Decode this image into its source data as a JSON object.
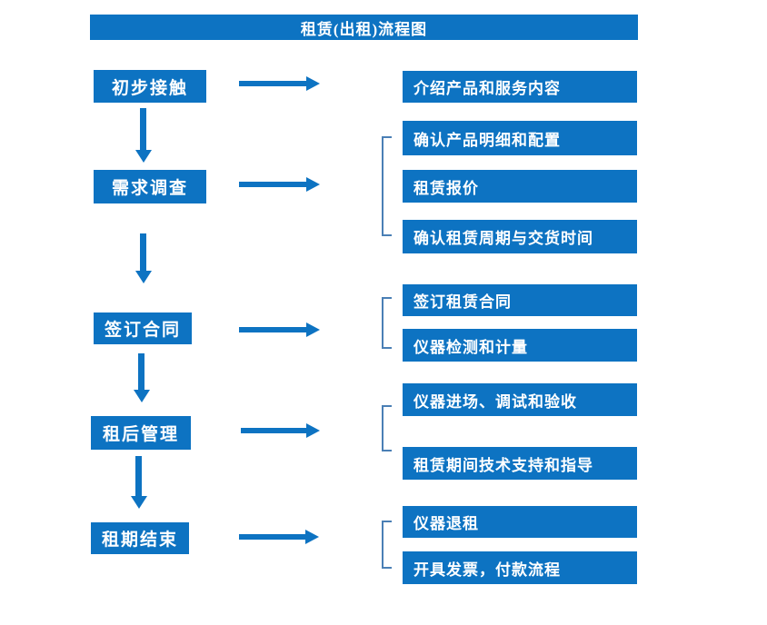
{
  "title": "租赁(出租)流程图",
  "colors": {
    "primary": "#0d73c2",
    "bracket": "#4a7fb5",
    "text_on_primary": "#ffffff",
    "background": "#ffffff"
  },
  "stages": [
    {
      "label": "初步接触",
      "outputs": [
        "介绍产品和服务内容"
      ]
    },
    {
      "label": "需求调查",
      "outputs": [
        "确认产品明细和配置",
        "租赁报价",
        "确认租赁周期与交货时间"
      ]
    },
    {
      "label": "签订合同",
      "outputs": [
        "签订租赁合同",
        "仪器检测和计量"
      ]
    },
    {
      "label": "租后管理",
      "outputs": [
        "仪器进场、调试和验收",
        "租赁期间技术支持和指导"
      ]
    },
    {
      "label": "租期结束",
      "outputs": [
        "仪器退租",
        "开具发票，付款流程"
      ]
    }
  ]
}
